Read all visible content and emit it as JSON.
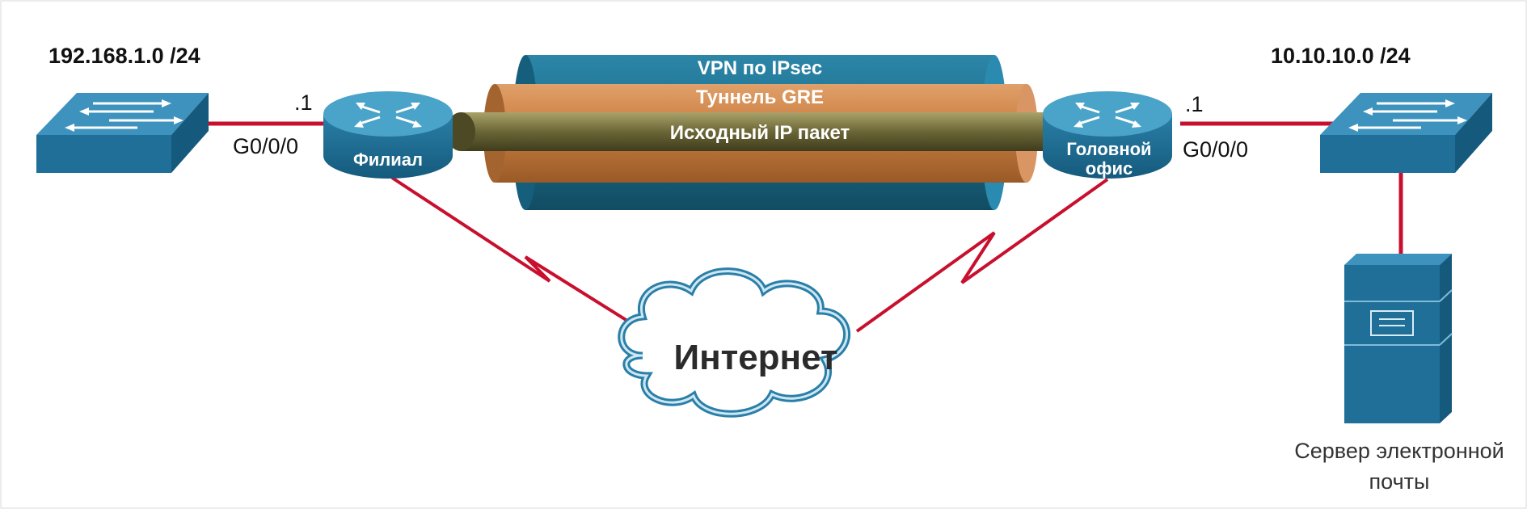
{
  "networks": {
    "left_subnet": "192.168.1.0 /24",
    "right_subnet": "10.10.10.0 /24"
  },
  "routers": {
    "branch": {
      "label": "Филиал",
      "host": ".1",
      "interface": "G0/0/0"
    },
    "hq": {
      "label_line1": "Головной",
      "label_line2": "офис",
      "host": ".1",
      "interface": "G0/0/0"
    }
  },
  "tunnels": {
    "ipsec": "VPN по IPsec",
    "gre": "Туннель GRE",
    "packet": "Исходный IP пакет"
  },
  "cloud": {
    "label": "Интернет"
  },
  "server": {
    "label_line1": "Сервер электронной",
    "label_line2": "почты"
  },
  "colors": {
    "device_blue": "#1f6f98",
    "device_top": "#3d93bd",
    "link_red": "#c8102e",
    "ipsec_teal": "#1b6c8a",
    "gre_orange": "#c77a3a",
    "packet_olive": "#5e5a2e"
  }
}
